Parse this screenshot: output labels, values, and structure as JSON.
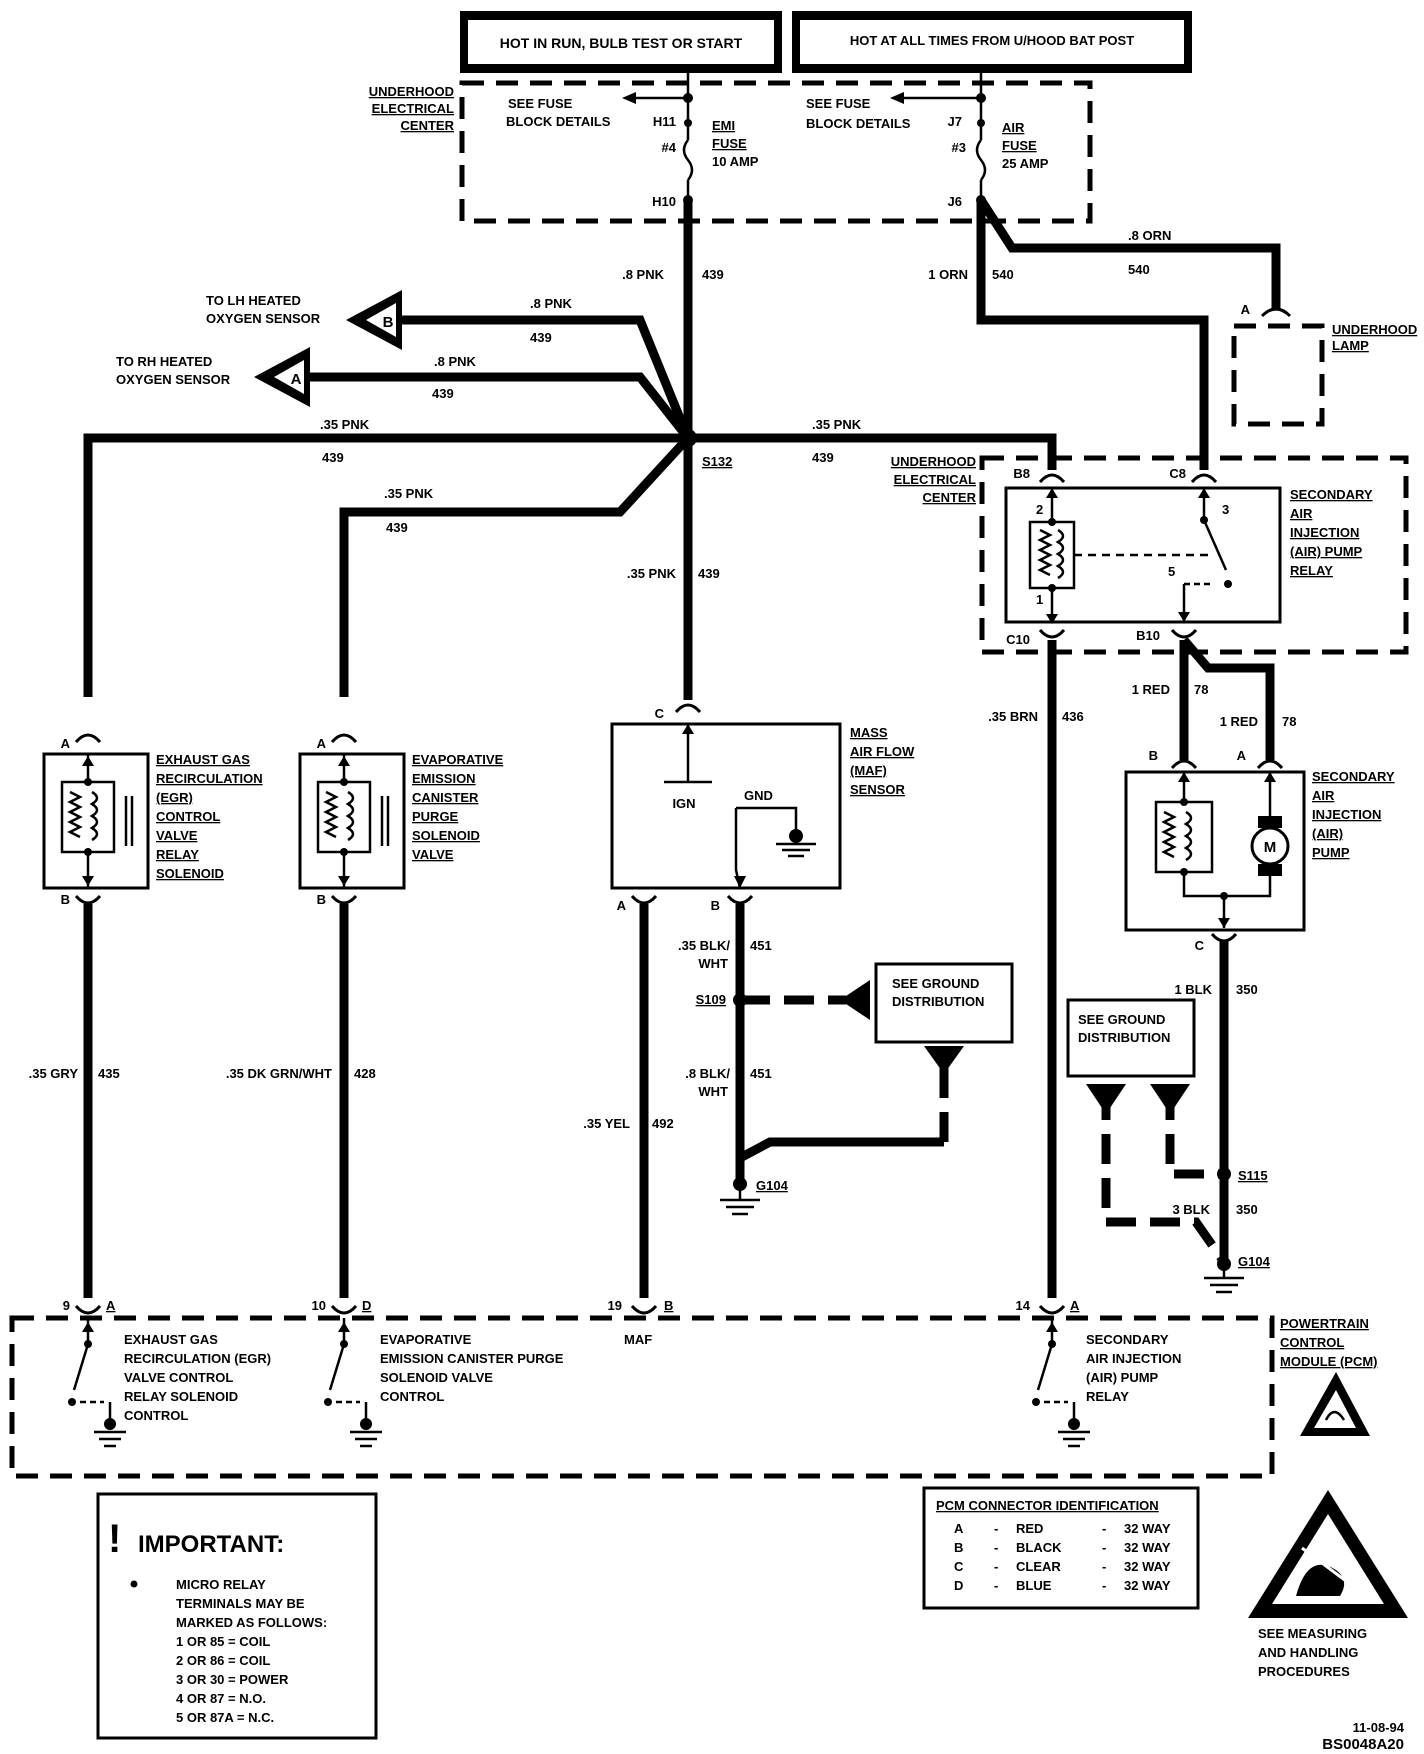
{
  "header": {
    "power_left": "HOT IN RUN, BULB TEST OR START",
    "power_right": "HOT AT ALL TIMES FROM U/HOOD BAT POST"
  },
  "uec_top": {
    "label": [
      "UNDERHOOD",
      "ELECTRICAL",
      "CENTER"
    ],
    "see_fuse_1": [
      "SEE FUSE",
      "BLOCK DETAILS"
    ],
    "see_fuse_2": [
      "SEE FUSE",
      "BLOCK DETAILS"
    ],
    "fuse1": {
      "top": "H11",
      "num": "#4",
      "bottom": "H10",
      "name": [
        "EMI",
        "FUSE",
        "10 AMP"
      ]
    },
    "fuse2": {
      "top": "J7",
      "num": "#3",
      "bottom": "J6",
      "name": [
        "AIR",
        "FUSE",
        "25 AMP"
      ]
    }
  },
  "wires": {
    "pnk_main": [
      ".8 PNK",
      "439"
    ],
    "to_lh": [
      ".8 PNK",
      "439"
    ],
    "to_rh": [
      ".8 PNK",
      "439"
    ],
    "orn_1": [
      "1 ORN",
      "540"
    ],
    "orn_08": [
      ".8 ORN",
      "540"
    ],
    "pnk_left": [
      ".35 PNK",
      "439"
    ],
    "pnk_evap": [
      ".35 PNK",
      "439"
    ],
    "pnk_right": [
      ".35 PNK",
      "439"
    ],
    "pnk_maf": [
      ".35 PNK",
      "439"
    ],
    "brn": [
      ".35 BRN",
      "436"
    ],
    "red_1": [
      "1 RED",
      "78"
    ],
    "red_2": [
      "1 RED",
      "78"
    ],
    "blk_wht_1": [
      ".35 BLK/",
      "WHT",
      "451"
    ],
    "blk_wht_2": [
      ".8 BLK/",
      "WHT",
      "451"
    ],
    "blk_1": [
      "1 BLK",
      "350"
    ],
    "blk_3": [
      "3 BLK",
      "350"
    ],
    "gry": [
      ".35 GRY",
      "435"
    ],
    "dkgrn": [
      ".35 DK GRN/WHT",
      "428"
    ],
    "yel": [
      ".35 YEL",
      "492"
    ]
  },
  "sensors": {
    "lh": [
      "TO LH HEATED",
      "OXYGEN SENSOR"
    ],
    "lh_letter": "B",
    "rh": [
      "TO RH HEATED",
      "OXYGEN SENSOR"
    ],
    "rh_letter": "A"
  },
  "splices": {
    "s132": "S132",
    "s109": "S109",
    "s115": "S115",
    "g104a": "G104",
    "g104b": "G104"
  },
  "uec_relay": {
    "label": [
      "UNDERHOOD",
      "ELECTRICAL",
      "CENTER"
    ],
    "relay_name": [
      "SECONDARY",
      "AIR",
      "INJECTION",
      "(AIR) PUMP",
      "RELAY"
    ],
    "pins": {
      "b8": "B8",
      "c8": "C8",
      "c10": "C10",
      "b10": "B10",
      "p1": "1",
      "p2": "2",
      "p3": "3",
      "p5": "5"
    }
  },
  "underhood_lamp": {
    "label": [
      "UNDERHOOD",
      "LAMP"
    ],
    "pin": "A"
  },
  "egr": {
    "name": [
      "EXHAUST GAS",
      "RECIRCULATION",
      "(EGR)",
      "CONTROL",
      "VALVE",
      "RELAY",
      "SOLENOID"
    ],
    "pin_a": "A",
    "pin_b": "B"
  },
  "evap": {
    "name": [
      "EVAPORATIVE",
      "EMISSION",
      "CANISTER",
      "PURGE",
      "SOLENOID",
      "VALVE"
    ],
    "pin_a": "A",
    "pin_b": "B"
  },
  "maf": {
    "name": [
      "MASS",
      "AIR FLOW",
      "(MAF)",
      "SENSOR"
    ],
    "ign": "IGN",
    "gnd": "GND",
    "pin_c": "C",
    "pin_a": "A",
    "pin_b": "B"
  },
  "air_pump": {
    "name": [
      "SECONDARY",
      "AIR",
      "INJECTION",
      "(AIR)",
      "PUMP"
    ],
    "motor": "M",
    "pin_a": "A",
    "pin_b": "B",
    "pin_c": "C"
  },
  "ground_dist": {
    "box1": [
      "SEE GROUND",
      "DISTRIBUTION"
    ],
    "box2": [
      "SEE GROUND",
      "DISTRIBUTION"
    ]
  },
  "pcm": {
    "label": [
      "POWERTRAIN",
      "CONTROL",
      "MODULE (PCM)"
    ],
    "pin1": {
      "num": "9",
      "letter": "A",
      "text": [
        "EXHAUST GAS",
        "RECIRCULATION (EGR)",
        "VALVE  CONTROL",
        "RELAY SOLENOID",
        "CONTROL"
      ]
    },
    "pin2": {
      "num": "10",
      "letter": "D",
      "text": [
        "EVAPORATIVE",
        "EMISSION CANISTER  PURGE",
        "SOLENOID VALVE",
        "CONTROL"
      ]
    },
    "pin3": {
      "num": "19",
      "letter": "B",
      "text": [
        "MAF"
      ]
    },
    "pin4": {
      "num": "14",
      "letter": "A",
      "text": [
        "SECONDARY",
        "AIR INJECTION",
        "(AIR) PUMP",
        "RELAY"
      ]
    }
  },
  "important": {
    "title": "IMPORTANT:",
    "lines": [
      "MICRO RELAY",
      "TERMINALS MAY BE",
      "MARKED AS FOLLOWS:",
      "1 OR 85 = COIL",
      "2 OR 86 = COIL",
      "3 OR 30 = POWER",
      "4 OR 87 = N.O.",
      "5 OR 87A = N.C."
    ]
  },
  "connector_id": {
    "title": "PCM CONNECTOR IDENTIFICATION",
    "rows": [
      [
        "A",
        "-",
        "RED",
        "-",
        "32 WAY"
      ],
      [
        "B",
        "-",
        "BLACK",
        "-",
        "32 WAY"
      ],
      [
        "C",
        "-",
        "CLEAR",
        "-",
        "32 WAY"
      ],
      [
        "D",
        "-",
        "BLUE",
        "-",
        "32 WAY"
      ]
    ]
  },
  "esd_note": [
    "SEE MEASURING",
    "AND HANDLING",
    "PROCEDURES"
  ],
  "footer": {
    "date": "11-08-94",
    "code": "BS0048A20"
  }
}
